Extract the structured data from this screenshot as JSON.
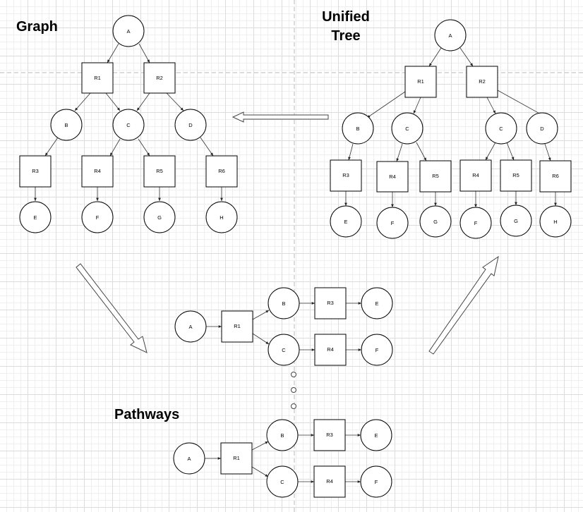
{
  "titles": {
    "graph": "Graph",
    "unified_line1": "Unified",
    "unified_line2": "Tree",
    "pathways": "Pathways"
  },
  "graph": {
    "A": "A",
    "R1": "R1",
    "R2": "R2",
    "B": "B",
    "C": "C",
    "D": "D",
    "R3": "R3",
    "R4": "R4",
    "R5": "R5",
    "R6": "R6",
    "E": "E",
    "F": "F",
    "G": "G",
    "H": "H"
  },
  "tree": {
    "A": "A",
    "R1": "R1",
    "R2": "R2",
    "B": "B",
    "C1": "C",
    "C2": "C",
    "D": "D",
    "R3": "R3",
    "R4a": "R4",
    "R5a": "R5",
    "R4b": "R4",
    "R5b": "R5",
    "R6": "R6",
    "E": "E",
    "F1": "F",
    "G1": "G",
    "F2": "F",
    "G2": "G",
    "H": "H"
  },
  "pathways": [
    {
      "A": "A",
      "R1": "R1",
      "B": "B",
      "C": "C",
      "R3": "R3",
      "R4": "R4",
      "E": "E",
      "F": "F"
    },
    {
      "A": "A",
      "R1": "R1",
      "B": "B",
      "C": "C",
      "R3": "R3",
      "R4": "R4",
      "E": "E",
      "F": "F"
    }
  ]
}
